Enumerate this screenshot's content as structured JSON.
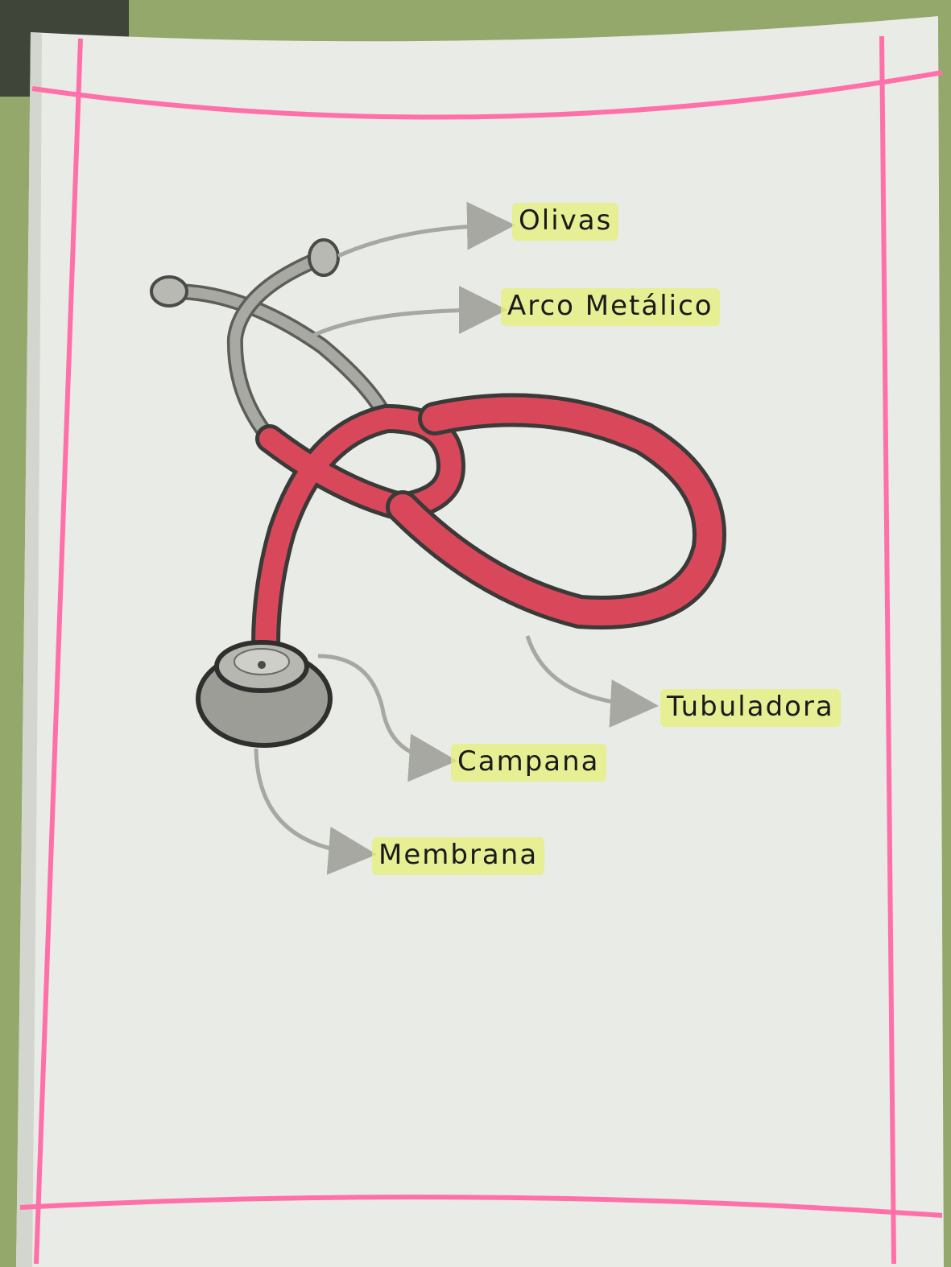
{
  "diagram": {
    "subject": "stethoscope",
    "labels": {
      "olivas": "Olivas",
      "arco": "Arco Metálico",
      "tubuladora": "Tubuladora",
      "campana": "Campana",
      "membrana": "Membrana"
    }
  },
  "colors": {
    "table": "#93a86a",
    "paper": "#e9ebe6",
    "frame": "#ff6fa8",
    "tubing": "#d9485a",
    "metal": "#8a8a86",
    "highlight": "#e4f078",
    "arrow": "#a7a8a2"
  }
}
